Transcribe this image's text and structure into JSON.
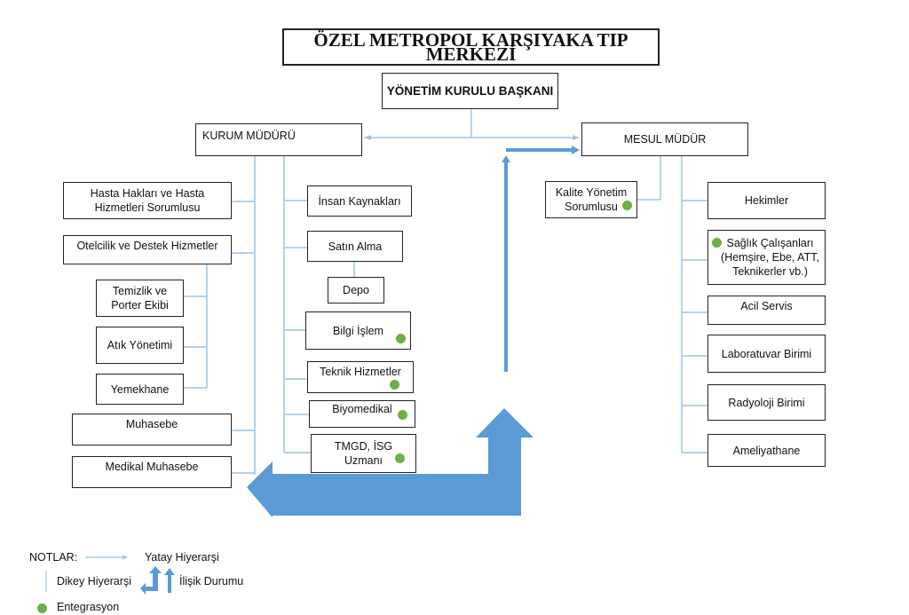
{
  "title": "ÖZEL METROPOL KARŞIYAKA TIP MERKEZİ",
  "board_chair": "YÖNETİM KURULU BAŞKANI",
  "colors": {
    "line": "#9dc3e6",
    "arrow": "#5b9bd5",
    "integration_dot": "#70ad47",
    "border": "#222222"
  },
  "kurum": {
    "label": "KURUM MÜDÜRÜ",
    "left_branch": [
      {
        "label": "Hasta Hakları ve Hasta\nHizmetleri Sorumlusu",
        "integration": false
      },
      {
        "label": "Otelcilik ve Destek Hizmetler",
        "integration": false
      },
      {
        "label": "Temizlik ve\nPorter Ekibi",
        "integration": false
      },
      {
        "label": "Atık Yönetimi",
        "integration": false
      },
      {
        "label": "Yemekhane",
        "integration": false
      },
      {
        "label": "Muhasebe",
        "integration": false
      },
      {
        "label": "Medikal Muhasebe",
        "integration": false
      }
    ],
    "right_branch": [
      {
        "label": "İnsan Kaynakları",
        "integration": false
      },
      {
        "label": "Satın Alma",
        "integration": false
      },
      {
        "label": "Depo",
        "integration": false
      },
      {
        "label": "Bilgi İşlem",
        "integration": true
      },
      {
        "label": "Teknik Hizmetler",
        "integration": true
      },
      {
        "label": "Biyomedikal",
        "integration": true
      },
      {
        "label": "TMGD, İSG\nUzmanı",
        "integration": true
      }
    ]
  },
  "mesul": {
    "label": "MESUL MÜDÜR",
    "quality": {
      "label": "Kalite Yönetim\nSorumlusu",
      "integration": true
    },
    "units": [
      {
        "label": "Hekimler",
        "integration": false
      },
      {
        "label": "Sağlık Çalışanları\n(Hemşire, Ebe, ATT,\nTeknikerler vb.)",
        "integration": true
      },
      {
        "label": "Acil Servis",
        "integration": false
      },
      {
        "label": "Laboratuvar Birimi",
        "integration": false
      },
      {
        "label": "Radyoloji Birimi",
        "integration": false
      },
      {
        "label": "Ameliyathane",
        "integration": false
      }
    ]
  },
  "legend": {
    "heading": "NOTLAR:",
    "horizontal": "Yatay Hiyerarşi",
    "vertical": "Dikey Hiyerarşi",
    "relation": "İlişik Durumu",
    "integration": "Entegrasyon"
  }
}
